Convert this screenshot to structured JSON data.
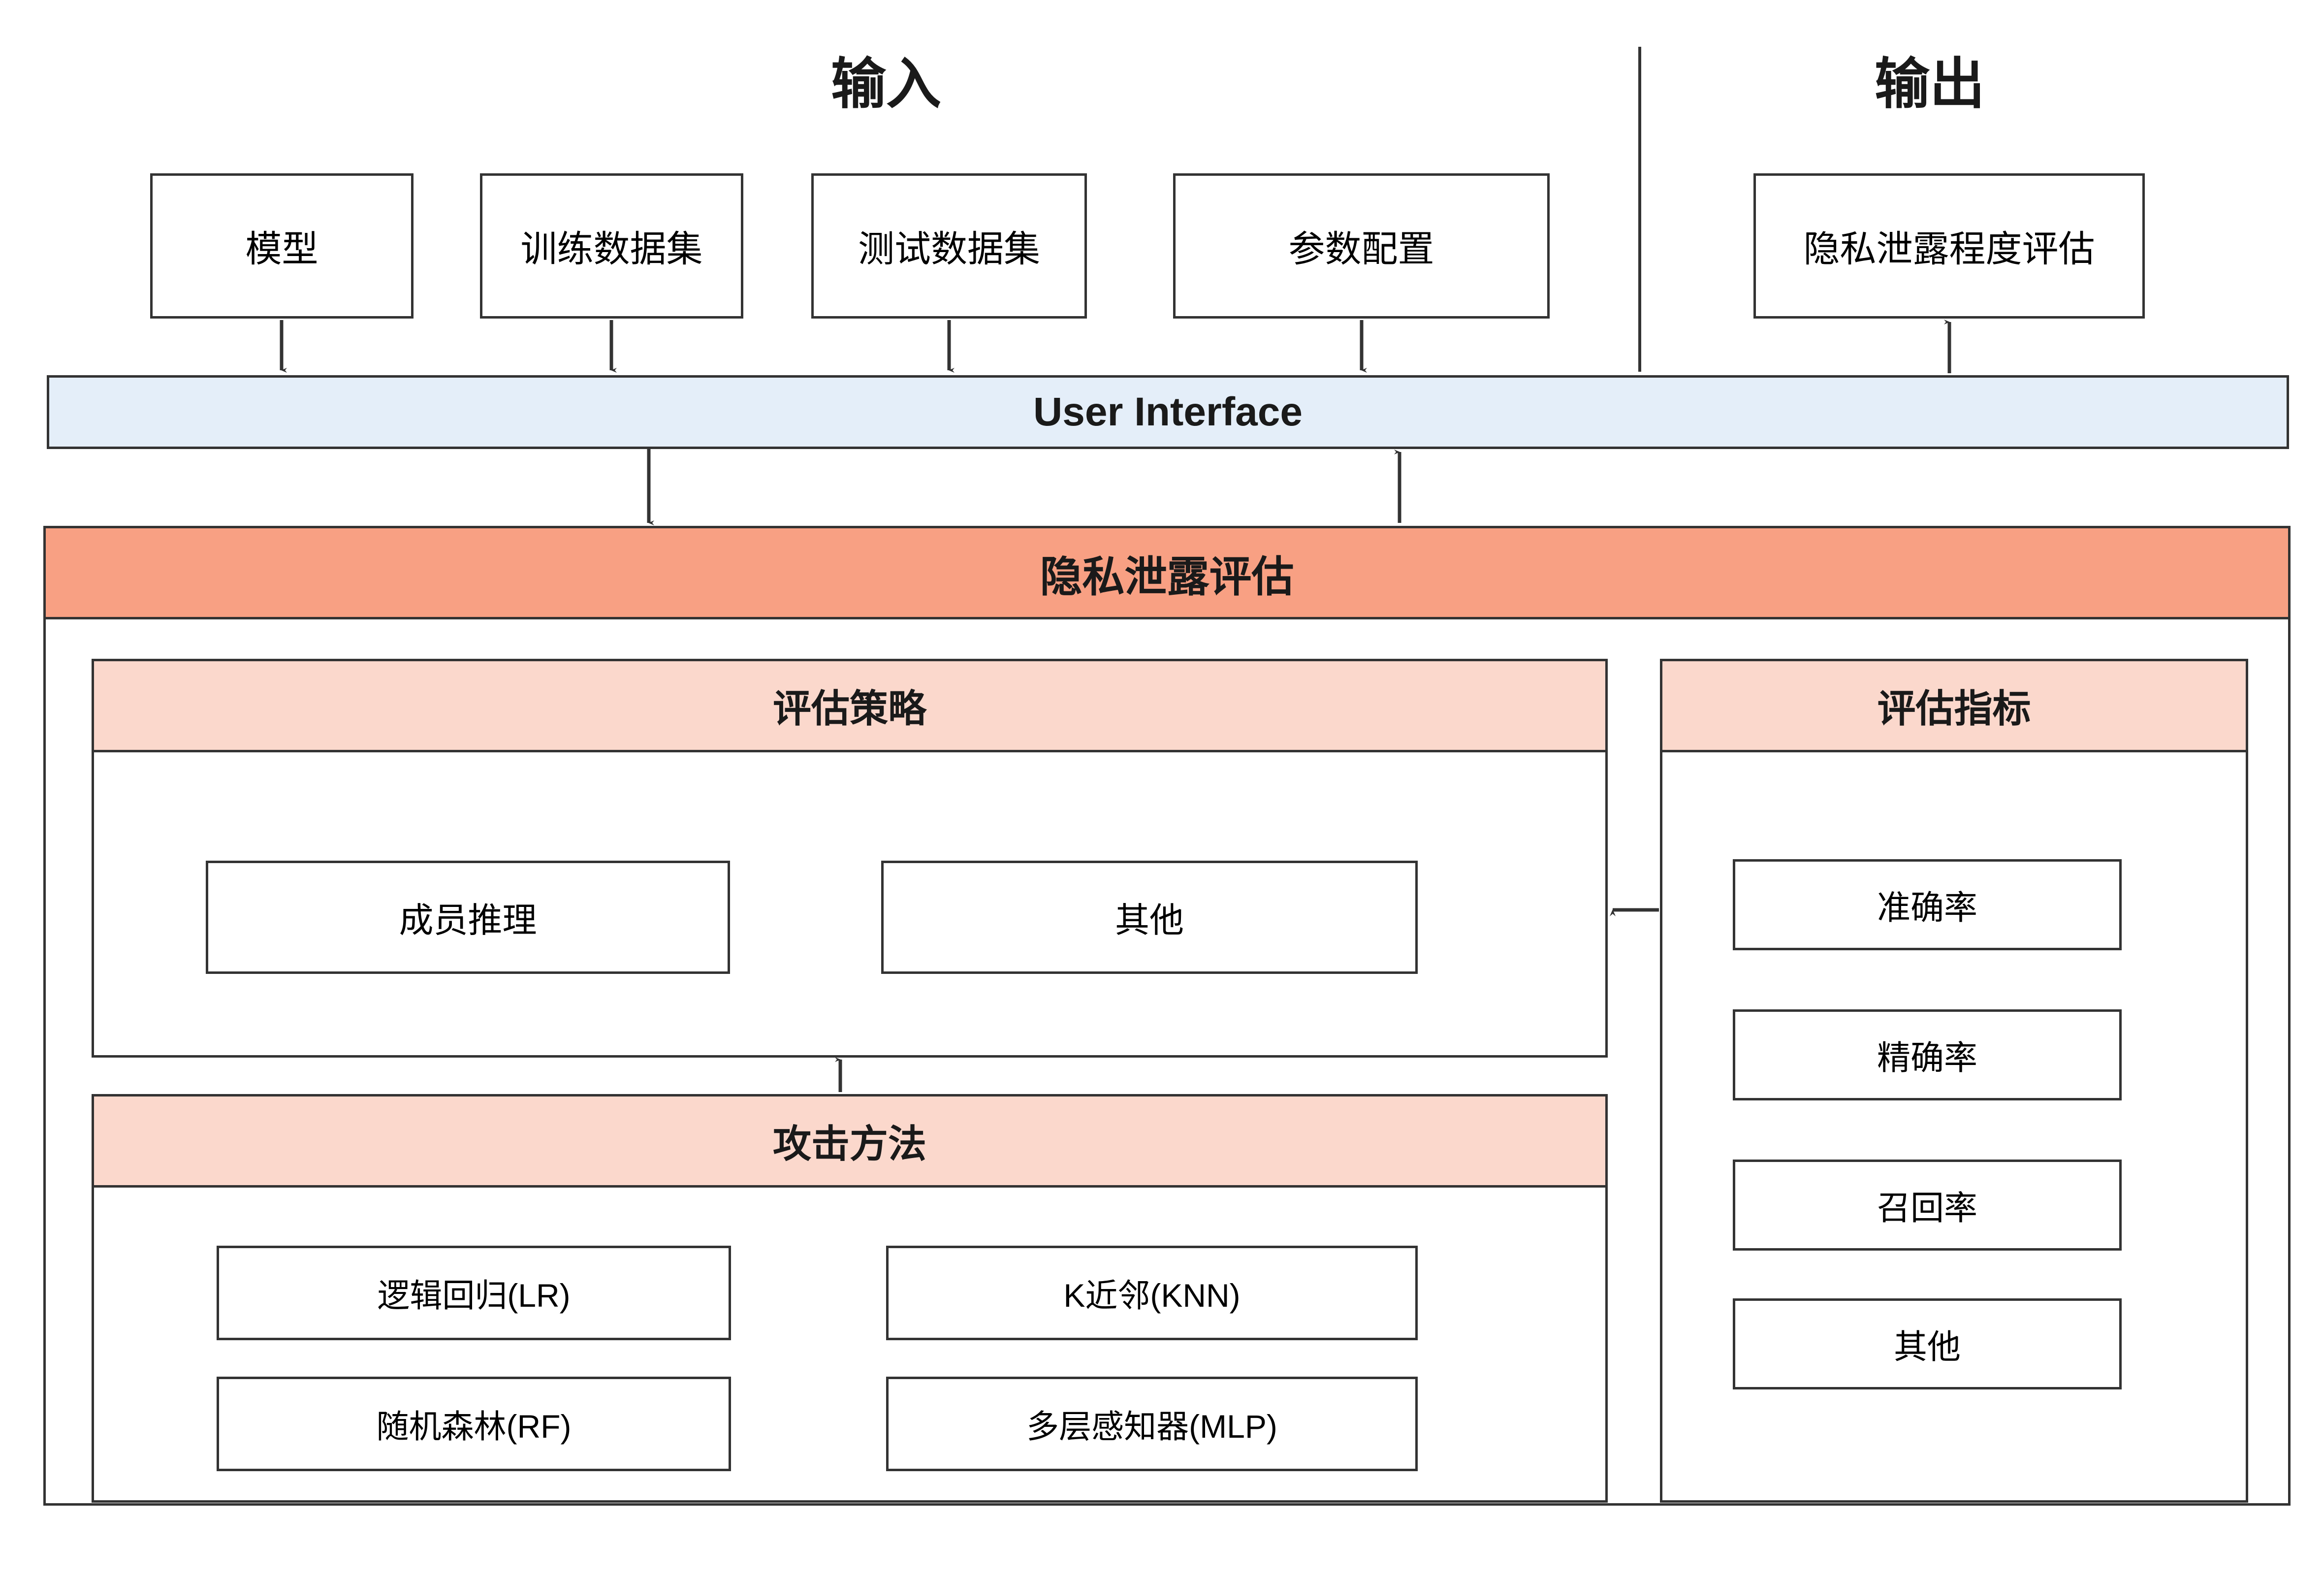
{
  "diagram": {
    "headers": {
      "input": "输入",
      "output": "输出"
    },
    "input_boxes": [
      {
        "label": "模型"
      },
      {
        "label": "训练数据集"
      },
      {
        "label": "测试数据集"
      },
      {
        "label": "参数配置"
      }
    ],
    "output_boxes": [
      {
        "label": "隐私泄露程度评估"
      }
    ],
    "ui_layer": {
      "label": "User Interface",
      "fill": "#e4eef9"
    },
    "assessment": {
      "title": "隐私泄露评估",
      "fill": "#f8a083"
    },
    "strategy_panel": {
      "title": "评估策略",
      "fill": "#fbd8cc",
      "items": [
        {
          "label": "成员推理"
        },
        {
          "label": "其他"
        }
      ]
    },
    "attack_panel": {
      "title": "攻击方法",
      "fill": "#fbd8cc",
      "items": [
        {
          "label": "逻辑回归(LR)"
        },
        {
          "label": "K近邻(KNN)"
        },
        {
          "label": "随机森林(RF)"
        },
        {
          "label": "多层感知器(MLP)"
        }
      ]
    },
    "metrics_panel": {
      "title": "评估指标",
      "fill": "#fbd8cc",
      "items": [
        {
          "label": "准确率"
        },
        {
          "label": "精确率"
        },
        {
          "label": "召回率"
        },
        {
          "label": "其他"
        }
      ]
    },
    "colors": {
      "stroke": "#333333",
      "page_background": "#ffffff",
      "ui_accent": "#e4eef9",
      "assessment_accent": "#f8a083",
      "panel_accent": "#fbd8cc"
    }
  }
}
